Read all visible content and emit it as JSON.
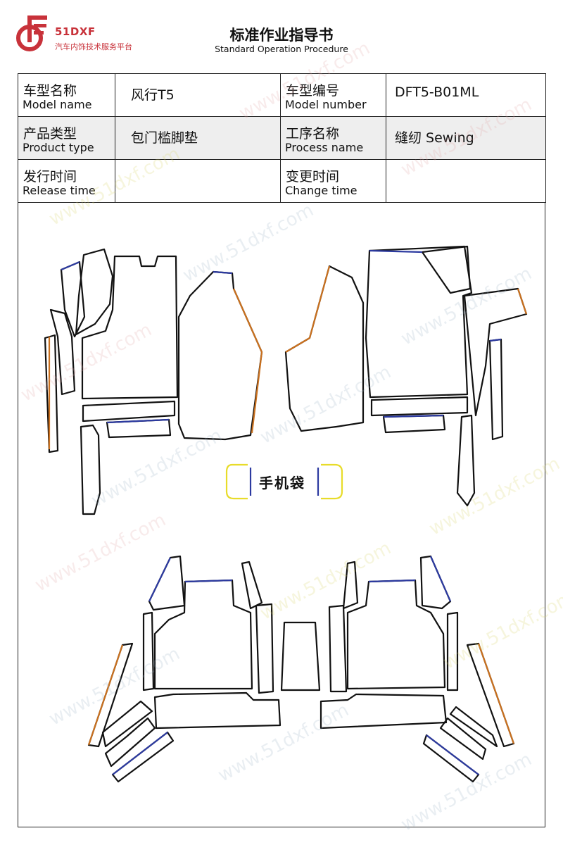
{
  "logo": {
    "brand": "51DXF",
    "subtitle": "汽车内饰技术服务平台"
  },
  "document": {
    "title": "标准作业指导书",
    "subtitle": "Standard Operation Procedure"
  },
  "info": {
    "model_name": {
      "zh": "车型名称",
      "en": "Model name",
      "value": "风行T5"
    },
    "model_number": {
      "zh": "车型编号",
      "en": "Model number",
      "value": "DFT5-B01ML"
    },
    "product_type": {
      "zh": "产品类型",
      "en": "Product type",
      "value": "包门槛脚垫"
    },
    "process_name": {
      "zh": "工序名称",
      "en": "Process name",
      "value": "缝纫 Sewing"
    },
    "release_time": {
      "zh": "发行时间",
      "en": "Release time",
      "value": ""
    },
    "change_time": {
      "zh": "变更时间",
      "en": "Change time",
      "value": ""
    }
  },
  "drawing": {
    "pouch_label": "手机袋"
  },
  "watermark": {
    "text": "www.51dxf.com"
  },
  "colors": {
    "brand": "#c8323a",
    "outline": "#111111",
    "edge_blue": "#2c3aa0",
    "edge_orange": "#c9701e",
    "edge_yellow": "#e8dc2a"
  }
}
